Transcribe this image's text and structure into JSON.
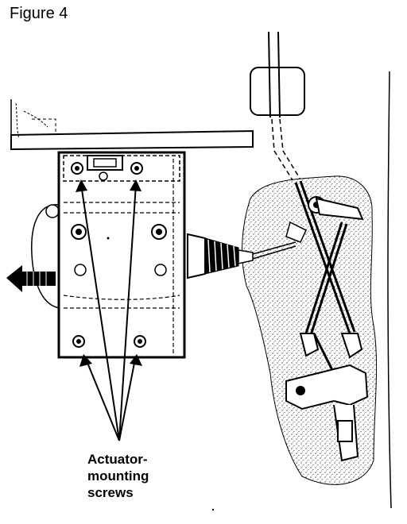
{
  "figure": {
    "title": "Figure 4",
    "callout": {
      "lines": [
        "Actuator-",
        "mounting",
        "screws"
      ]
    }
  },
  "colors": {
    "ink": "#000000",
    "background": "#ffffff"
  }
}
